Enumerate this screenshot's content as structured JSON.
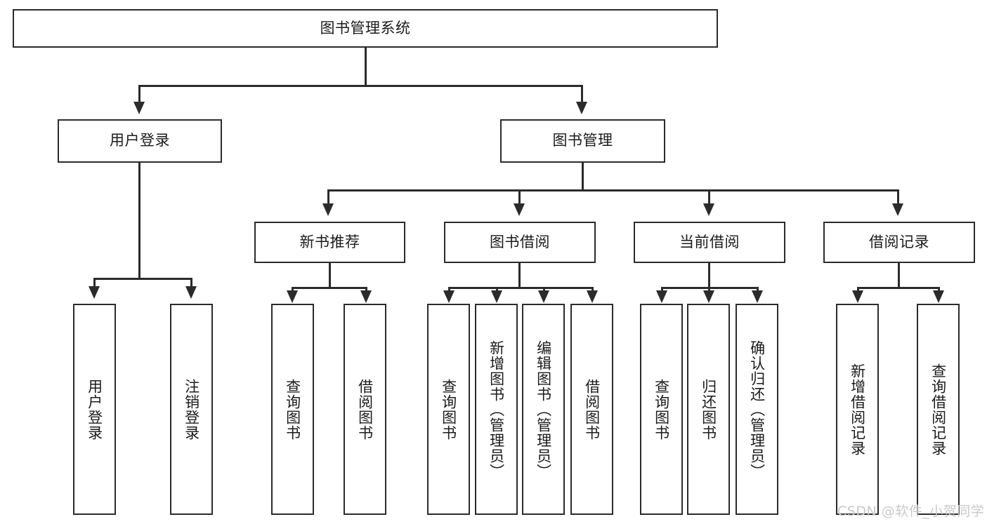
{
  "diagram": {
    "title": "图书管理系统",
    "type": "tree-hierarchy-diagram",
    "root": {
      "label": "图书管理系统"
    },
    "level2": [
      {
        "label": "用户登录"
      },
      {
        "label": "图书管理"
      }
    ],
    "level3": [
      {
        "label": "新书推荐"
      },
      {
        "label": "图书借阅"
      },
      {
        "label": "当前借阅"
      },
      {
        "label": "借阅记录"
      }
    ],
    "leaves": {
      "user_login": [
        {
          "label": "用户登录"
        },
        {
          "label": "注销登录"
        }
      ],
      "new_book_recommend": [
        {
          "label": "查询图书"
        },
        {
          "label": "借阅图书"
        }
      ],
      "book_borrow": [
        {
          "label": "查询图书"
        },
        {
          "label": "新增图书（管理员）"
        },
        {
          "label": "编辑图书（管理员）"
        },
        {
          "label": "借阅图书"
        }
      ],
      "current_borrow": [
        {
          "label": "查询图书"
        },
        {
          "label": "归还图书"
        },
        {
          "label": "确认归还（管理员）"
        }
      ],
      "borrow_record": [
        {
          "label": "新增借阅记录"
        },
        {
          "label": "查询借阅记录"
        }
      ]
    }
  },
  "watermark": {
    "text": "CSDN @软件_小贺同学"
  },
  "colors": {
    "stroke": "#2b2b2b",
    "fill": "#ffffff",
    "text": "#1b1b1b",
    "watermark": "#c9c9c9"
  }
}
